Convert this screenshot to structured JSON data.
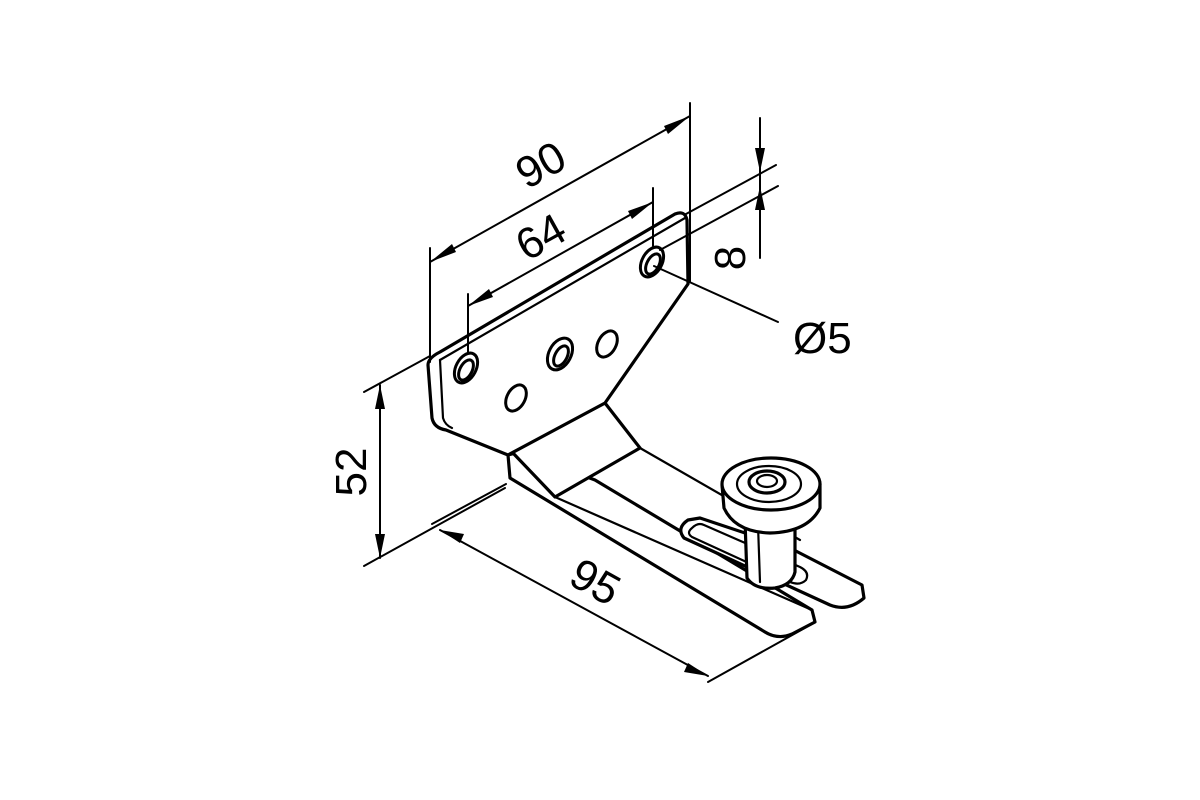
{
  "diagram": {
    "dimensions": {
      "overall_width": "90",
      "hole_spacing": "64",
      "hole_offset": "8",
      "hole_diameter": "Ø5",
      "height": "52",
      "depth": "95"
    },
    "colors": {
      "line": "#000000",
      "background": "#ffffff"
    }
  }
}
